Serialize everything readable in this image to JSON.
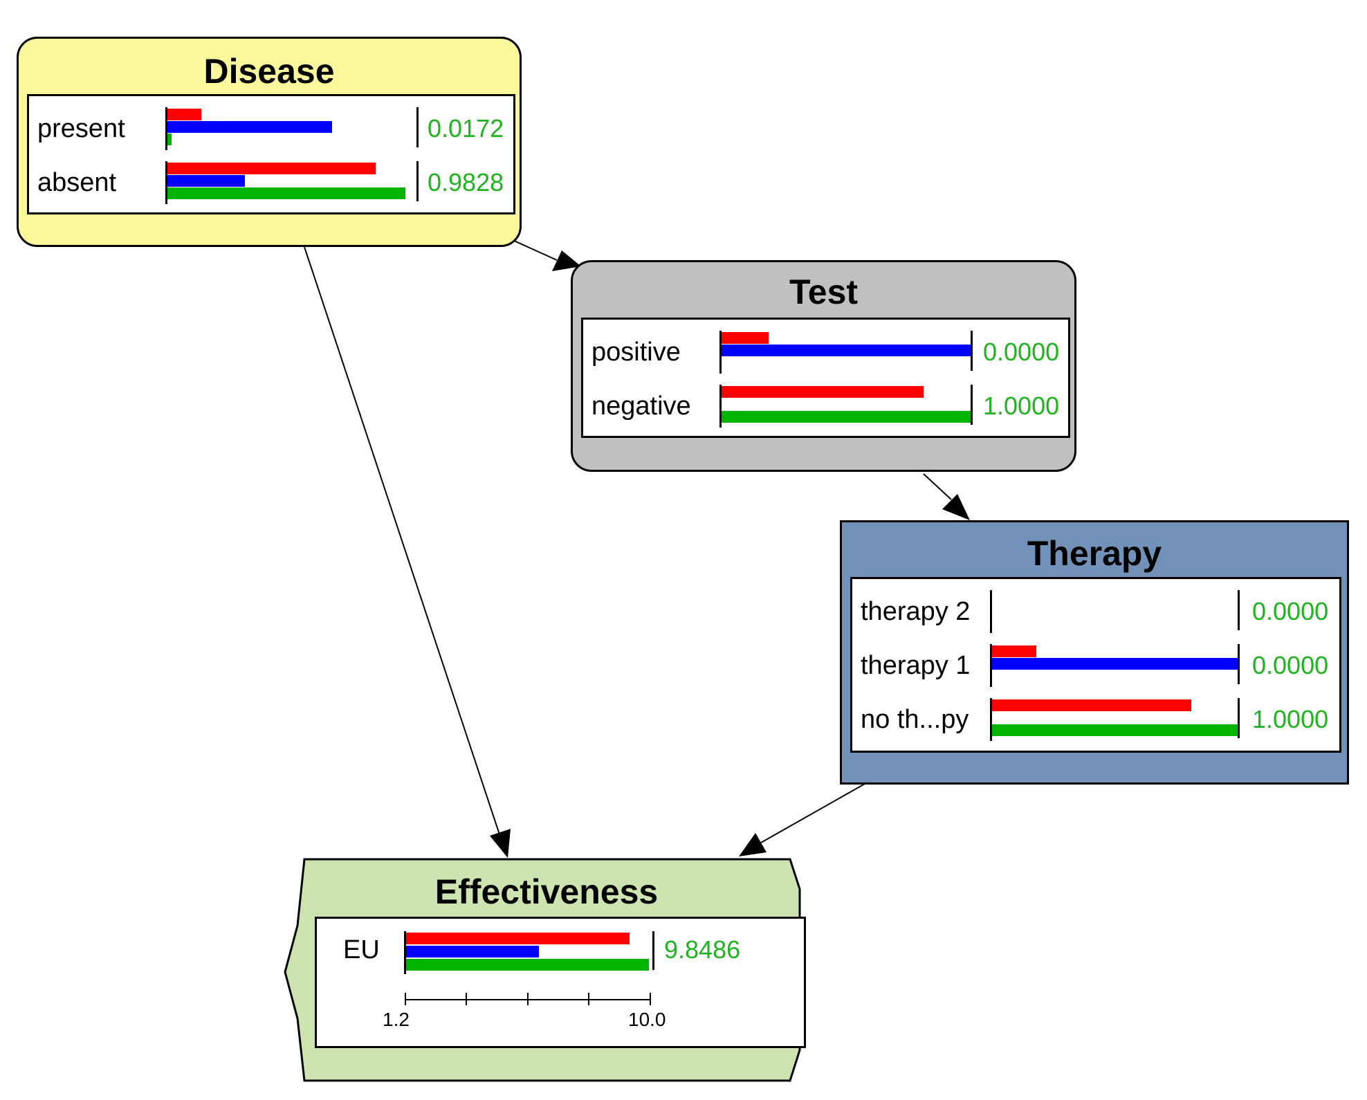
{
  "colors": {
    "series_red": "#ff0000",
    "series_blue": "#0000ff",
    "series_green": "#00b400",
    "value_text": "#1fb31f",
    "disease_fill": "#fbf79b",
    "test_fill": "#c0c0c0",
    "therapy_fill": "#7191b8",
    "effectiveness_fill": "#cee4b0"
  },
  "nodes": {
    "disease": {
      "title": "Disease",
      "states": [
        {
          "label": "present",
          "value": "0.0172",
          "red": 0.14,
          "blue": 0.68,
          "green": 0.017
        },
        {
          "label": "absent",
          "value": "0.9828",
          "red": 0.86,
          "blue": 0.32,
          "green": 0.983
        }
      ]
    },
    "test": {
      "title": "Test",
      "states": [
        {
          "label": "positive",
          "value": "0.0000",
          "red": 0.19,
          "blue": 1.0,
          "green": 0.0
        },
        {
          "label": "negative",
          "value": "1.0000",
          "red": 0.81,
          "blue": 0.0,
          "green": 1.0
        }
      ]
    },
    "therapy": {
      "title": "Therapy",
      "states": [
        {
          "label": "therapy 2",
          "value": "0.0000",
          "red": 0.0,
          "blue": 0.0,
          "green": 0.0
        },
        {
          "label": "therapy 1",
          "value": "0.0000",
          "red": 0.18,
          "blue": 1.0,
          "green": 0.0
        },
        {
          "label": "no th...py",
          "value": "1.0000",
          "red": 0.81,
          "blue": 0.0,
          "green": 1.0
        }
      ]
    },
    "effectiveness": {
      "title": "Effectiveness",
      "states": [
        {
          "label": "EU",
          "value": "9.8486",
          "red": 0.91,
          "blue": 0.54,
          "green": 0.99
        }
      ],
      "scale": {
        "min_label": "1.2",
        "max_label": "10.0",
        "ticks": 5
      }
    }
  },
  "edges": [
    {
      "from": "Disease",
      "to": "Test"
    },
    {
      "from": "Disease",
      "to": "Effectiveness"
    },
    {
      "from": "Test",
      "to": "Therapy"
    },
    {
      "from": "Therapy",
      "to": "Effectiveness"
    }
  ]
}
